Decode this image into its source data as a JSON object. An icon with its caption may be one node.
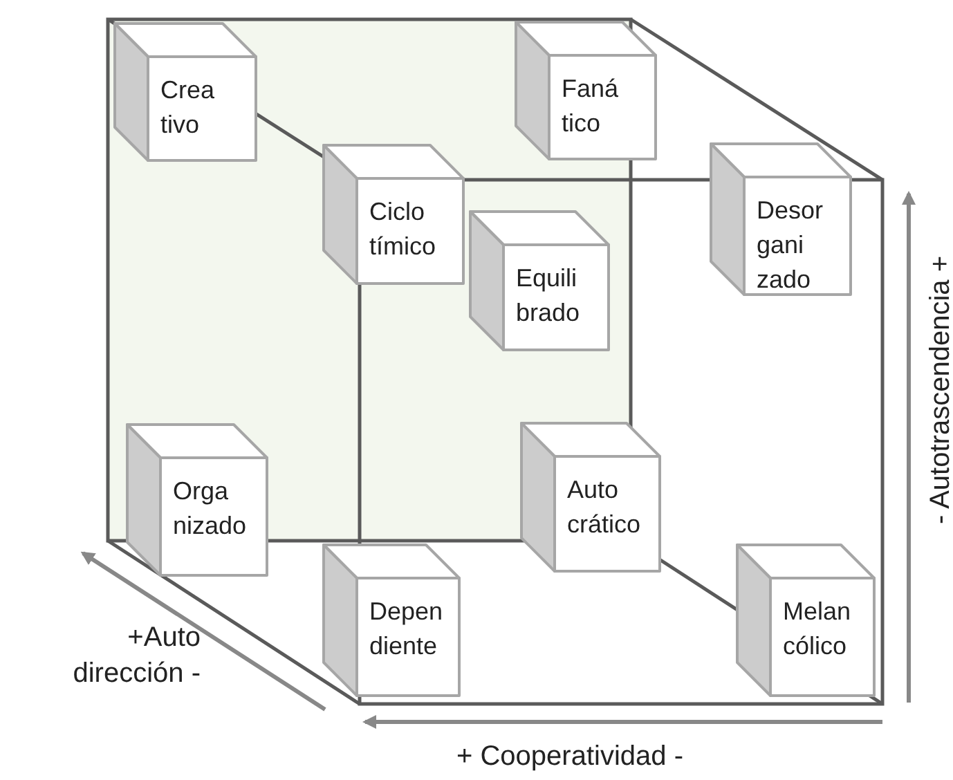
{
  "diagram": {
    "nodes": [
      {
        "text": [
          "Crea tivo"
        ]
      },
      {
        "text": [
          "Faná tico"
        ]
      },
      {
        "text": [
          "Ciclo tímico"
        ]
      },
      {
        "text": [
          "Desor gani zado"
        ]
      },
      {
        "text": [
          "Equili brado"
        ]
      },
      {
        "text": [
          "Orga nizado"
        ]
      },
      {
        "text": [
          "Auto crático"
        ]
      },
      {
        "text": [
          "Depen diente"
        ]
      },
      {
        "text": [
          "Melan cólico"
        ]
      }
    ],
    "edges": [],
    "labels": [
      "+Auto dirección -",
      "+ Cooperatividad -",
      "- Autotrascendencia +"
    ]
  }
}
